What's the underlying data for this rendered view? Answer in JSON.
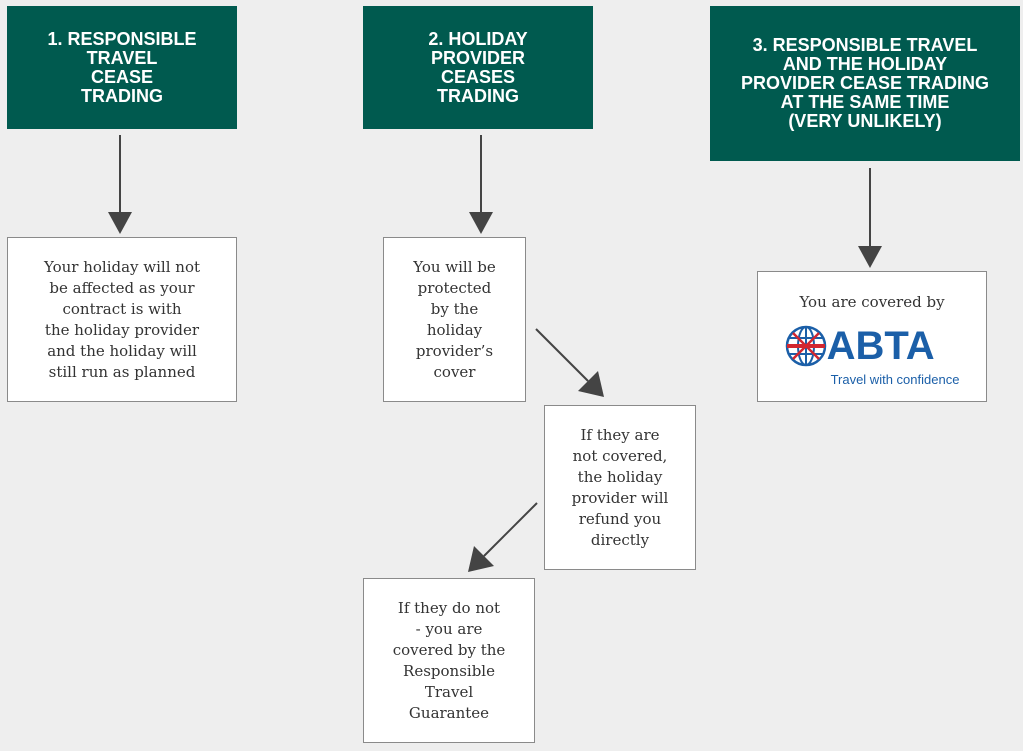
{
  "headers": [
    {
      "label": "1. RESPONSIBLE\nTRAVEL\nCEASE\nTRADING"
    },
    {
      "label": "2. HOLIDAY\nPROVIDER\nCEASES\nTRADING"
    },
    {
      "label": "3. RESPONSIBLE TRAVEL\nAND THE HOLIDAY\nPROVIDER CEASE TRADING\nAT THE SAME TIME\n(VERY UNLIKELY)"
    }
  ],
  "boxes": {
    "not_affected": "Your holiday will not\nbe affected as your\ncontract is with\nthe holiday provider\nand the holiday will\nstill run as planned",
    "protected": "You will be\nprotected\nby the\nholiday\nprovider’s\ncover",
    "refund": "If they are\nnot covered,\nthe holiday\nprovider will\nrefund you\ndirectly",
    "guarantee": "If they do not\n- you are\ncovered by the\nResponsible\nTravel\nGuarantee",
    "covered_by": "You are covered by"
  },
  "abta": {
    "wordmark": "ABTA",
    "tagline": "Travel with confidence"
  },
  "colors": {
    "header_bg": "#005a4f",
    "arrow": "#444444",
    "abta_blue": "#1b5fa8",
    "abta_red": "#d22630"
  }
}
